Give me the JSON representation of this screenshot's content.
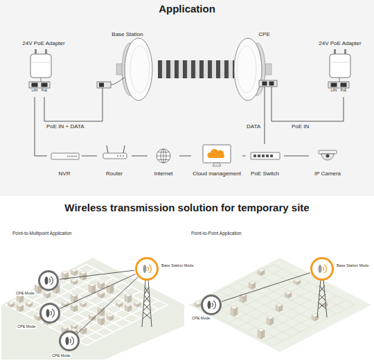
{
  "diagram": {
    "title": "Application",
    "nodes": [
      {
        "text": [
          "24V PoE Adapter"
        ]
      },
      {
        "text": [
          "Base Station"
        ]
      },
      {
        "text": [
          "CPE"
        ]
      },
      {
        "text": [
          "24V PoE Adapter"
        ]
      },
      {
        "text": [
          "NVR"
        ]
      },
      {
        "text": [
          "Router"
        ]
      },
      {
        "text": [
          "Internet"
        ]
      },
      {
        "text": [
          "Cloud management"
        ]
      },
      {
        "text": [
          "PoE Switch"
        ]
      },
      {
        "text": [
          "IP Camera"
        ]
      },
      {
        "text": [
          "Base Station Mode"
        ]
      },
      {
        "text": [
          "CPE Mode"
        ]
      },
      {
        "text": [
          "CPE Mode"
        ]
      },
      {
        "text": [
          "CPE Mode"
        ]
      },
      {
        "text": [
          "Base Station Mode"
        ]
      },
      {
        "text": [
          "CPE Mode"
        ]
      }
    ],
    "edges": [
      {
        "from": 0,
        "to": 1,
        "arrow": "none",
        "label": "PoE IN + DATA"
      },
      {
        "from": 0,
        "to": 4,
        "arrow": "none"
      },
      {
        "from": 1,
        "to": 2,
        "arrow": "none"
      },
      {
        "from": 4,
        "to": 5,
        "arrow": "none"
      },
      {
        "from": 5,
        "to": 6,
        "arrow": "none"
      },
      {
        "from": 6,
        "to": 7,
        "arrow": "none"
      },
      {
        "from": 7,
        "to": 8,
        "arrow": "none"
      },
      {
        "from": 2,
        "to": 8,
        "arrow": "none",
        "label": "DATA"
      },
      {
        "from": 3,
        "to": 2,
        "arrow": "none",
        "label": "PoE IN"
      },
      {
        "from": 8,
        "to": 9,
        "arrow": "none"
      },
      {
        "from": 10,
        "to": 11,
        "arrow": "none"
      },
      {
        "from": 10,
        "to": 12,
        "arrow": "none"
      },
      {
        "from": 10,
        "to": 13,
        "arrow": "none"
      },
      {
        "from": 14,
        "to": 15,
        "arrow": "none"
      }
    ],
    "labels": [
      "LAN",
      "PoE",
      "LAN",
      "PoE",
      "Wireless transmission solution for temporary site",
      "Point-to-Multipoint Application",
      "Point-to-Point Application"
    ]
  }
}
